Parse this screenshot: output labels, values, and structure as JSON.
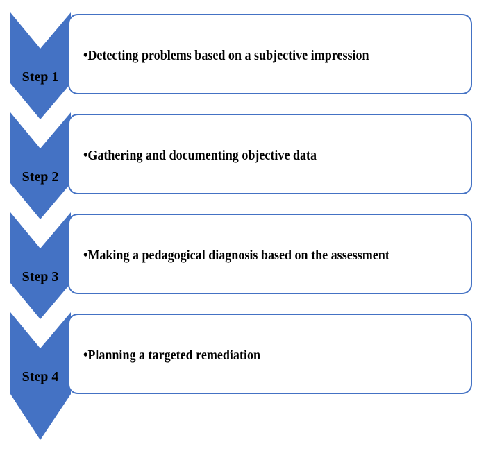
{
  "colors": {
    "chevron_fill": "#4472c4",
    "card_border": "#4472c4",
    "text": "#000000"
  },
  "steps": [
    {
      "label": "Step 1",
      "text": "•Detecting problems based on a subjective impression"
    },
    {
      "label": "Step 2",
      "text": "•Gathering and documenting objective data"
    },
    {
      "label": "Step 3",
      "text": "•Making a pedagogical diagnosis based on the assessment"
    },
    {
      "label": "Step 4",
      "text": "•Planning a targeted remediation"
    }
  ]
}
